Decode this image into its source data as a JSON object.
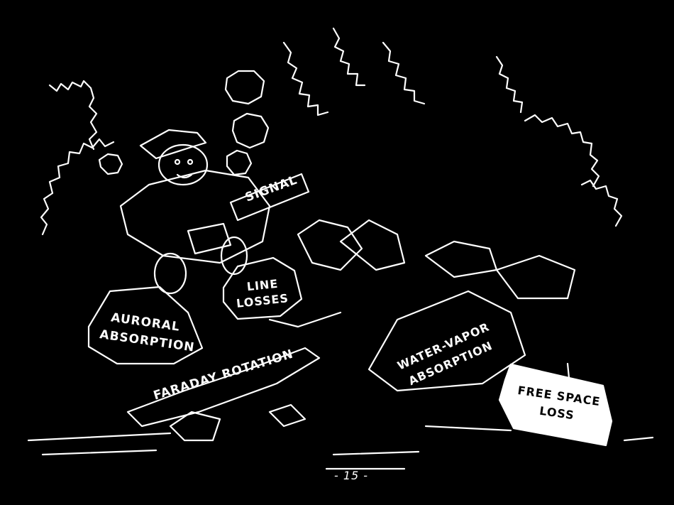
{
  "colors": {
    "background": "#000000",
    "ink": "#ffffff"
  },
  "labels": {
    "signal": "SIGNAL",
    "line_losses_1": "LINE",
    "line_losses_2": "LOSSES",
    "auroral_1": "AURORAL",
    "auroral_2": "ABSORPTION",
    "faraday": "FARADAY ROTATION",
    "water_vapor_1": "WATER-VAPOR",
    "water_vapor_2": "ABSORPTION",
    "free_space_1": "FREE SPACE",
    "free_space_2": "LOSS"
  },
  "page_number": "- 15 -"
}
